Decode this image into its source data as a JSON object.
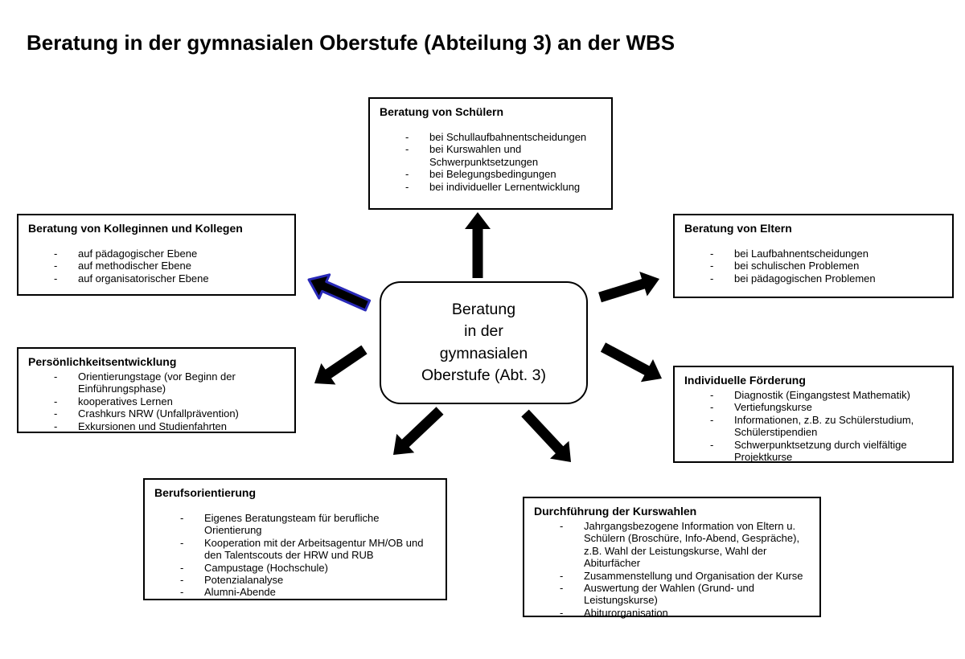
{
  "page_title": "Beratung in der gymnasialen Oberstufe (Abteilung 3) an der WBS",
  "center_box": {
    "lines": [
      "Beratung",
      "in der",
      "gymnasialen",
      "Oberstufe (Abt. 3)"
    ]
  },
  "boxes": [
    {
      "id": "schueler",
      "title": "Beratung von Schülern",
      "items": [
        "bei Schullaufbahnentscheidungen",
        "bei Kurswahlen und Schwerpunktsetzungen",
        "bei Belegungsbedingungen",
        "bei individueller Lernentwicklung"
      ]
    },
    {
      "id": "kollegen",
      "title": "Beratung von Kolleginnen und Kollegen",
      "items": [
        "auf pädagogischer Ebene",
        "auf methodischer Ebene",
        "auf organisatorischer Ebene"
      ]
    },
    {
      "id": "eltern",
      "title": "Beratung von Eltern",
      "items": [
        "bei Laufbahnentscheidungen",
        "bei schulischen Problemen",
        "bei pädagogischen Problemen"
      ]
    },
    {
      "id": "persoenlichkeit",
      "title": "Persönlichkeitsentwicklung",
      "items": [
        "Orientierungstage (vor Beginn der Einführungsphase)",
        "kooperatives Lernen",
        "Crashkurs NRW (Unfallprävention)",
        "Exkursionen und Studienfahrten"
      ]
    },
    {
      "id": "foerderung",
      "title": "Individuelle Förderung",
      "items": [
        "Diagnostik (Eingangstest Mathematik)",
        "Vertiefungskurse",
        "Informationen, z.B. zu Schülerstudium, Schülerstipendien",
        "Schwerpunktsetzung durch vielfältige Projektkurse"
      ]
    },
    {
      "id": "berufsorientierung",
      "title": "Berufsorientierung",
      "items": [
        "Eigenes Beratungsteam für berufliche Orientierung",
        "Kooperation mit der Arbeitsagentur MH/OB und den Talentscouts der HRW und RUB",
        "Campustage (Hochschule)",
        "Potenzialanalyse",
        "Alumni-Abende"
      ]
    },
    {
      "id": "kurswahlen",
      "title": "Durchführung der Kurswahlen",
      "items": [
        "Jahrgangsbezogene Information von Eltern u. Schülern (Broschüre, Info-Abend, Gespräche), z.B. Wahl der Leistungskurse, Wahl der Abiturfächer",
        "Zusammenstellung und Organisation der Kurse",
        "Auswertung der Wahlen (Grund- und Leistungskurse)",
        "Abiturorganisation"
      ]
    }
  ],
  "arrows": [
    {
      "id": "center-to-schueler",
      "from": "center",
      "to": "Beratung von Schülern",
      "fill": "#000000",
      "stroke": null
    },
    {
      "id": "center-to-kollegen",
      "from": "center",
      "to": "Beratung von Kolleginnen und Kollegen",
      "fill": "#000000",
      "stroke": "#2929b8"
    },
    {
      "id": "center-to-eltern",
      "from": "center",
      "to": "Beratung von Eltern",
      "fill": "#000000",
      "stroke": null
    },
    {
      "id": "center-to-persoenlichkeit",
      "from": "center",
      "to": "Persönlichkeitsentwicklung",
      "fill": "#000000",
      "stroke": null
    },
    {
      "id": "center-to-foerderung",
      "from": "center",
      "to": "Individuelle Förderung",
      "fill": "#000000",
      "stroke": null
    },
    {
      "id": "center-to-berufsorientierung",
      "from": "center",
      "to": "Berufsorientierung",
      "fill": "#000000",
      "stroke": null
    },
    {
      "id": "center-to-kurswahlen",
      "from": "center",
      "to": "Durchführung der Kurswahlen",
      "fill": "#000000",
      "stroke": null
    }
  ],
  "colors": {
    "background": "#ffffff",
    "text": "#000000",
    "box_border": "#000000",
    "arrow_fill": "#000000",
    "highlight_arrow_stroke": "#2929b8"
  }
}
